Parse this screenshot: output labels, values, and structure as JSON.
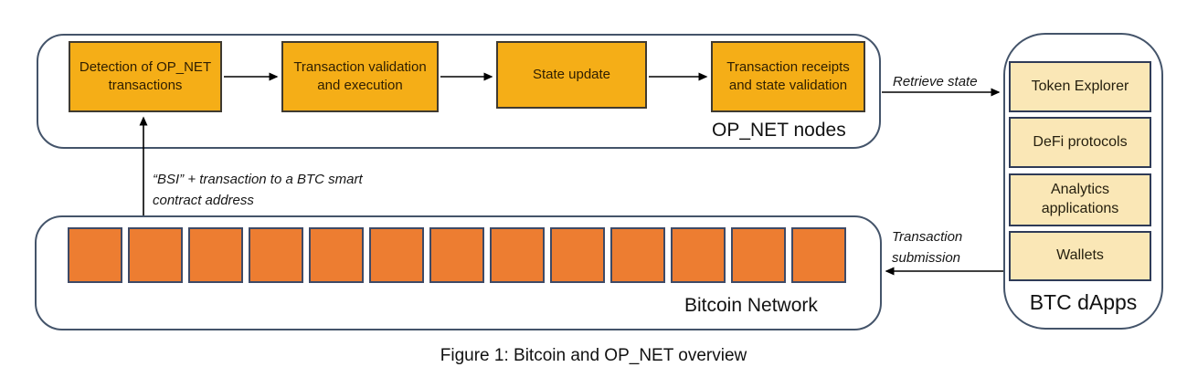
{
  "colors": {
    "container_border": "#44546A",
    "flow_box_fill": "#F5AE17",
    "block_fill": "#ED7D31",
    "dapp_box_fill": "#FAE7B6",
    "arrow": "#000000"
  },
  "op_net": {
    "label": "OP_NET nodes",
    "steps": [
      "Detection of OP_NET transactions",
      "Transaction validation and execution",
      "State update",
      "Transaction receipts and state validation"
    ]
  },
  "bitcoin_network": {
    "label": "Bitcoin Network",
    "block_count": 13
  },
  "dapps": {
    "label": "BTC dApps",
    "items": [
      "Token Explorer",
      "DeFi protocols",
      "Analytics applications",
      "Wallets"
    ]
  },
  "annotations": {
    "retrieve_state": "Retrieve state",
    "transaction_submission": "Transaction submission",
    "bsi_note": "“BSI” + transaction to a BTC smart contract address"
  },
  "caption": "Figure 1: Bitcoin and OP_NET overview"
}
